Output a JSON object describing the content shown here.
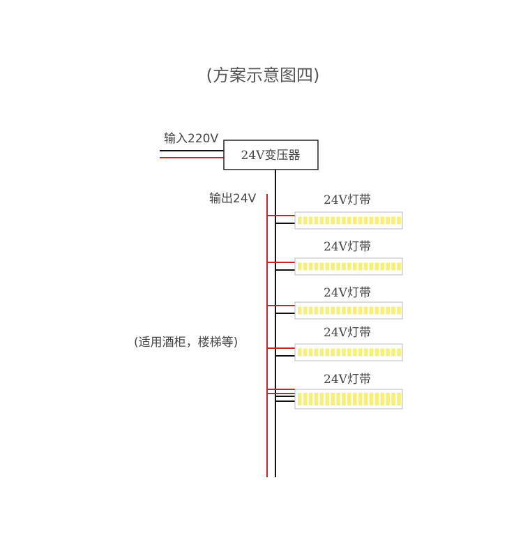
{
  "title": "(方案示意图四)",
  "input_label": "输入220V",
  "transformer_label": "24V变压器",
  "output_label": "输出24V",
  "usage_note": "(适用酒柜，楼梯等)",
  "strips": [
    {
      "label": "24V灯带"
    },
    {
      "label": "24V灯带"
    },
    {
      "label": "24V灯带"
    },
    {
      "label": "24V灯带"
    },
    {
      "label": "24V灯带"
    }
  ],
  "colors": {
    "wire_red": "#cc2222",
    "wire_black": "#111111",
    "led": "#f6ef7a",
    "strip_border": "#bbbbbb",
    "text": "#444444"
  }
}
